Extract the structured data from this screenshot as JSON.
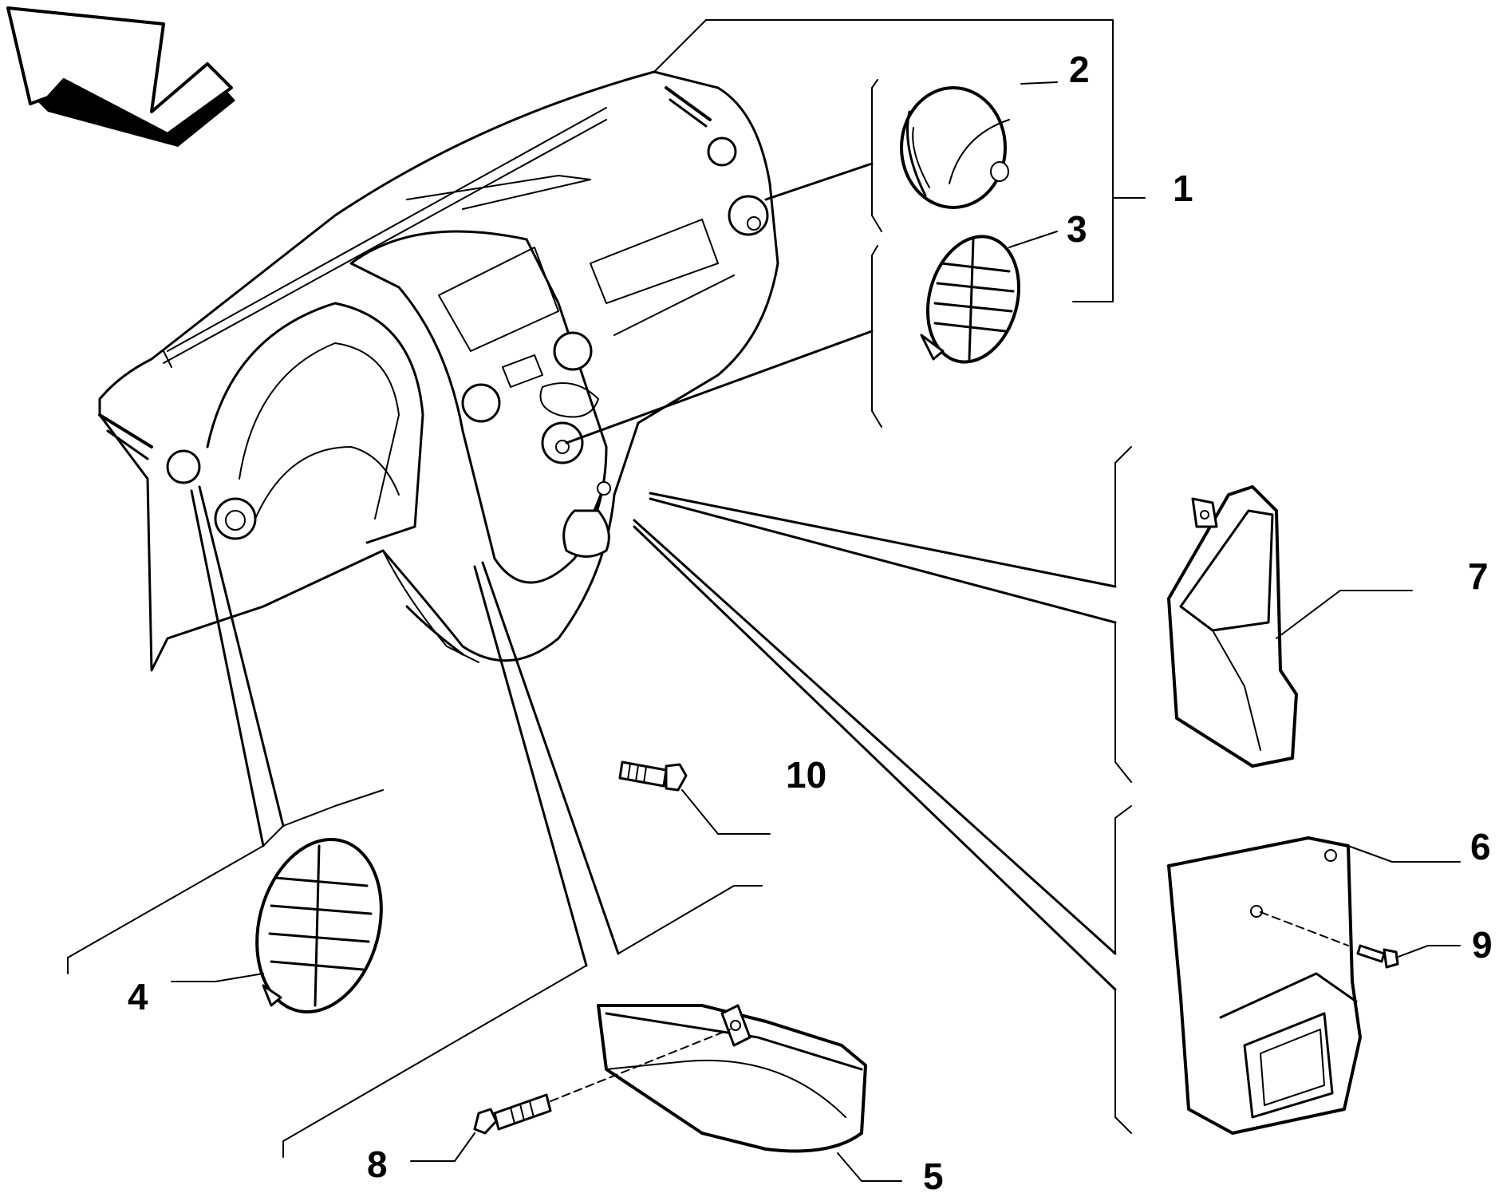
{
  "diagram": {
    "type": "exploded-parts-diagram",
    "callouts": [
      {
        "id": "1",
        "label": "1"
      },
      {
        "id": "2",
        "label": "2"
      },
      {
        "id": "3",
        "label": "3"
      },
      {
        "id": "4",
        "label": "4"
      },
      {
        "id": "5",
        "label": "5"
      },
      {
        "id": "6",
        "label": "6"
      },
      {
        "id": "7",
        "label": "7"
      },
      {
        "id": "8",
        "label": "8"
      },
      {
        "id": "9",
        "label": "9"
      },
      {
        "id": "10",
        "label": "10"
      }
    ],
    "icons": {
      "direction": "forward-direction-arrow-icon"
    },
    "colors": {
      "line": "#000000",
      "background": "#ffffff"
    }
  }
}
